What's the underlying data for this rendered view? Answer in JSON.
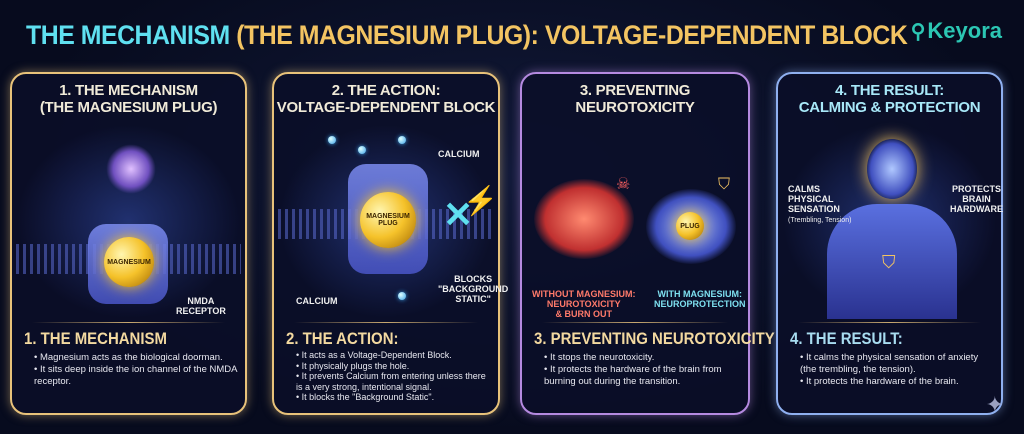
{
  "title": {
    "part1": "THE MECHANISM",
    "part2": " (THE MAGNESIUM PLUG): VOLTAGE-DEPENDENT BLOCK"
  },
  "logo": {
    "text": "Keyora",
    "color": "#2cc7b4"
  },
  "panels": [
    {
      "heading": "1. THE MECHANISM\n(THE MAGNESIUM PLUG)",
      "labels": {
        "ball": "MAGNESIUM",
        "receptor": "NMDA\nRECEPTOR"
      },
      "subheading": "1. THE MECHANISM",
      "bullets": [
        "Magnesium acts as the biological doorman.",
        "It sits deep inside the ion channel of the NMDA receptor."
      ]
    },
    {
      "heading": "2. THE ACTION:\nVOLTAGE-DEPENDENT BLOCK",
      "labels": {
        "calcium_top": "CALCIUM",
        "ball": "MAGNESIUM\nPLUG",
        "calcium_bottom": "CALCIUM",
        "blocks": "BLOCKS\n\"BACKGROUND\nSTATIC\""
      },
      "subheading": "2. THE ACTION:",
      "bullets": [
        "It acts as a Voltage-Dependent Block.",
        "It physically plugs the hole.",
        "It prevents Calcium from entering unless there is a very strong, intentional signal.",
        "It blocks the \"Background Static\"."
      ]
    },
    {
      "heading": "3. PREVENTING\nNEUROTOXICITY",
      "labels": {
        "without": "WITHOUT MAGNESIUM:\nNEUROTOXICITY\n& BURN OUT",
        "with": "WITH MAGNESIUM:\nNEUROPROTECTION",
        "plug": "PLUG"
      },
      "subheading": "3. PREVENTING NEUROTOXICITY",
      "bullets": [
        "It stops the neurotoxicity.",
        "It protects the hardware of the brain from burning out during the transition."
      ]
    },
    {
      "heading": "4. THE RESULT:\nCALMING & PROTECTION",
      "labels": {
        "calms": "CALMS\nPHYSICAL\nSENSATION",
        "calms_sub": "(Trembling, Tension)",
        "protects": "PROTECTS\nBRAIN\nHARDWARE"
      },
      "subheading": "4. THE RESULT:",
      "bullets": [
        "It calms the physical sensation of anxiety (the trembling, the tension).",
        "It protects the hardware of the brain."
      ]
    }
  ],
  "colors": {
    "gold": "#f3c462",
    "cyan": "#5fe0f0",
    "background": "#070b1e"
  }
}
